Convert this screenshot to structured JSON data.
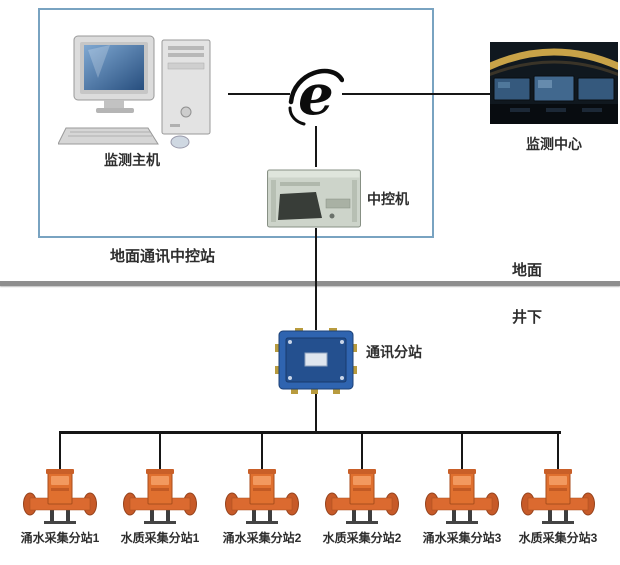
{
  "labels": {
    "monitor_host": "监测主机",
    "monitor_center": "监测中心",
    "central_control": "中控机",
    "ground_station": "地面通讯中控站",
    "ground": "地面",
    "underground": "井下",
    "comm_substation": "通讯分站"
  },
  "devices": [
    {
      "label": "涌水采集分站1"
    },
    {
      "label": "水质采集分站1"
    },
    {
      "label": "涌水采集分站2"
    },
    {
      "label": "水质采集分站2"
    },
    {
      "label": "涌水采集分站3"
    },
    {
      "label": "水质采集分站3"
    }
  ],
  "icons": {
    "desktop_computer": "desktop-computer-icon",
    "internet": "internet-e-logo-icon",
    "monitoring_room": "monitoring-room-image",
    "rack_computer": "rack-computer-icon",
    "junction_box": "junction-box-icon",
    "flow_meter": "flow-meter-icon"
  },
  "colors": {
    "station_border": "#79a3c1",
    "divider": "#8e8e8e",
    "line": "#161616",
    "device_orange": "#db6a30",
    "box_blue": "#2f64b0"
  }
}
